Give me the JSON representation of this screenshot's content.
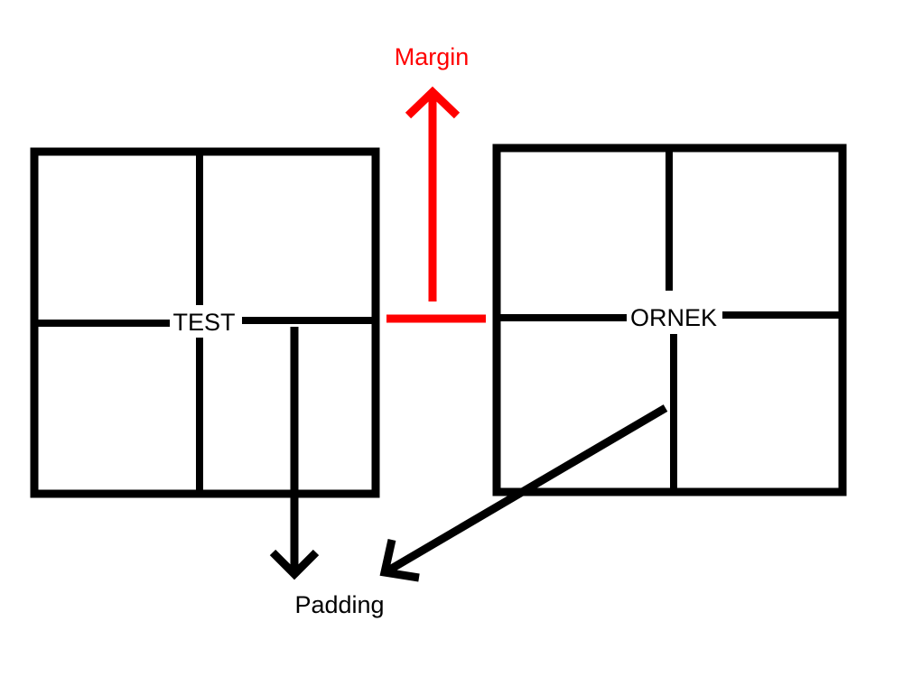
{
  "labels": {
    "margin": "Margin",
    "padding": "Padding",
    "box_left": "TEST",
    "box_right": "ORNEK"
  },
  "colors": {
    "background": "#ffffff",
    "stroke": "#000000",
    "margin_accent": "#ff0000"
  }
}
